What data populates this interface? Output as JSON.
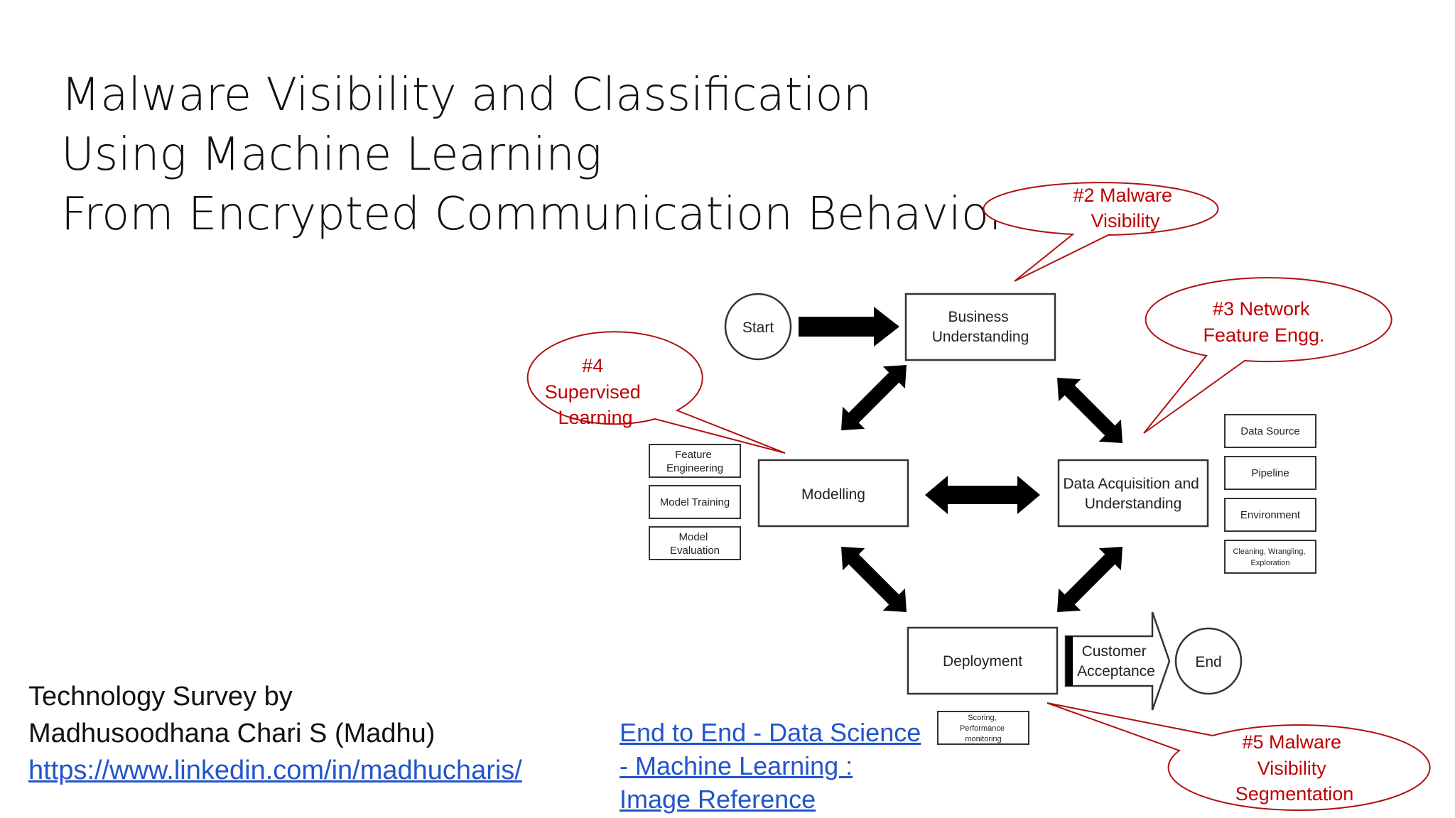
{
  "slide": {
    "title_lines": [
      "Malware Visibility and Classification",
      "Using Machine Learning",
      "From Encrypted Communication Behavior"
    ],
    "author": {
      "line1": "Technology Survey  by",
      "line2": "Madhusoodhana Chari S (Madhu)",
      "link": "https://www.linkedin.com/in/madhucharis/"
    },
    "reference": {
      "lines": [
        "End to End - Data Science",
        "- Machine Learning :",
        "Image Reference"
      ]
    }
  },
  "diagram": {
    "start": "Start",
    "end": "End",
    "business": [
      "Business",
      "Understanding"
    ],
    "modelling": "Modelling",
    "data_acq": [
      "Data Acquisition and",
      "Understanding"
    ],
    "deployment": "Deployment",
    "customer": [
      "Customer",
      "Acceptance"
    ],
    "modelling_subs": [
      [
        "Feature",
        "Engineering"
      ],
      [
        "Model Training"
      ],
      [
        "Model",
        "Evaluation"
      ]
    ],
    "data_subs": [
      [
        "Data Source"
      ],
      [
        "Pipeline"
      ],
      [
        "Environment"
      ],
      [
        "Cleaning, Wrangling,",
        "Exploration"
      ]
    ],
    "deploy_sub": [
      "Scoring,",
      "Performance",
      "monitoring"
    ],
    "callouts": {
      "c2": [
        "#2 Malware",
        "Visibility"
      ],
      "c3": [
        "#3 Network",
        "Feature Engg."
      ],
      "c4": [
        "#4",
        "Supervised",
        "Learning"
      ],
      "c5": [
        "#5 Malware",
        "Visibility",
        "Segmentation"
      ]
    }
  },
  "colors": {
    "callout": "#c00000",
    "link": "#2255cc"
  }
}
